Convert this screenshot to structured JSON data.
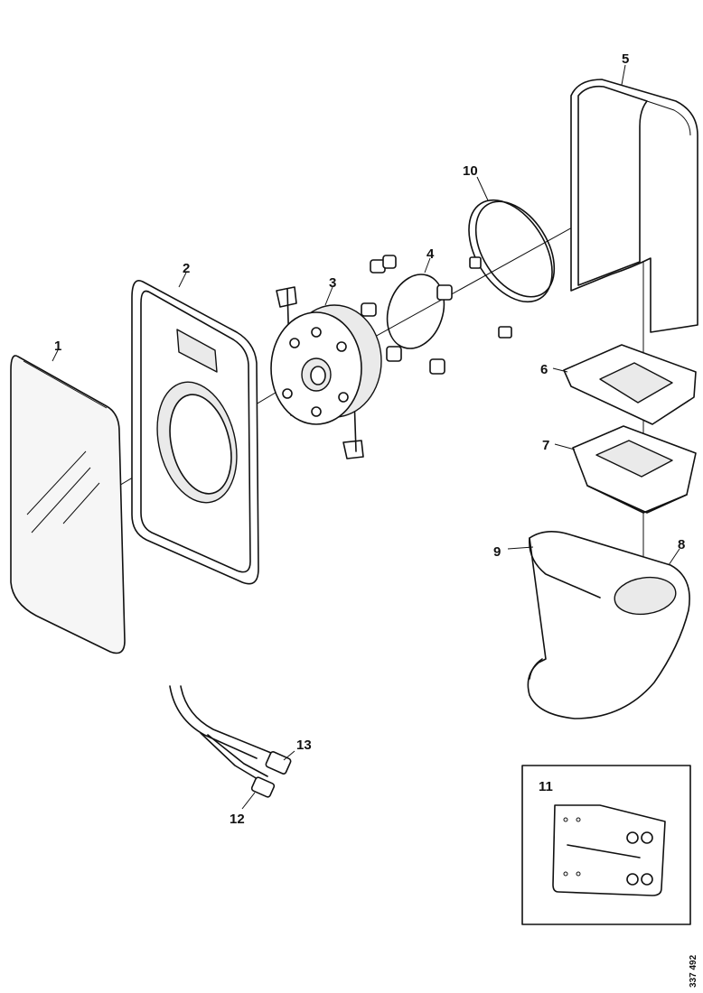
{
  "callouts": {
    "c1": "1",
    "c2": "2",
    "c3": "3",
    "c4": "4",
    "c5": "5",
    "c6": "6",
    "c7": "7",
    "c8": "8",
    "c9": "9",
    "c10": "10",
    "c11": "11",
    "c12": "12",
    "c13": "13"
  },
  "document_number": "337 492"
}
